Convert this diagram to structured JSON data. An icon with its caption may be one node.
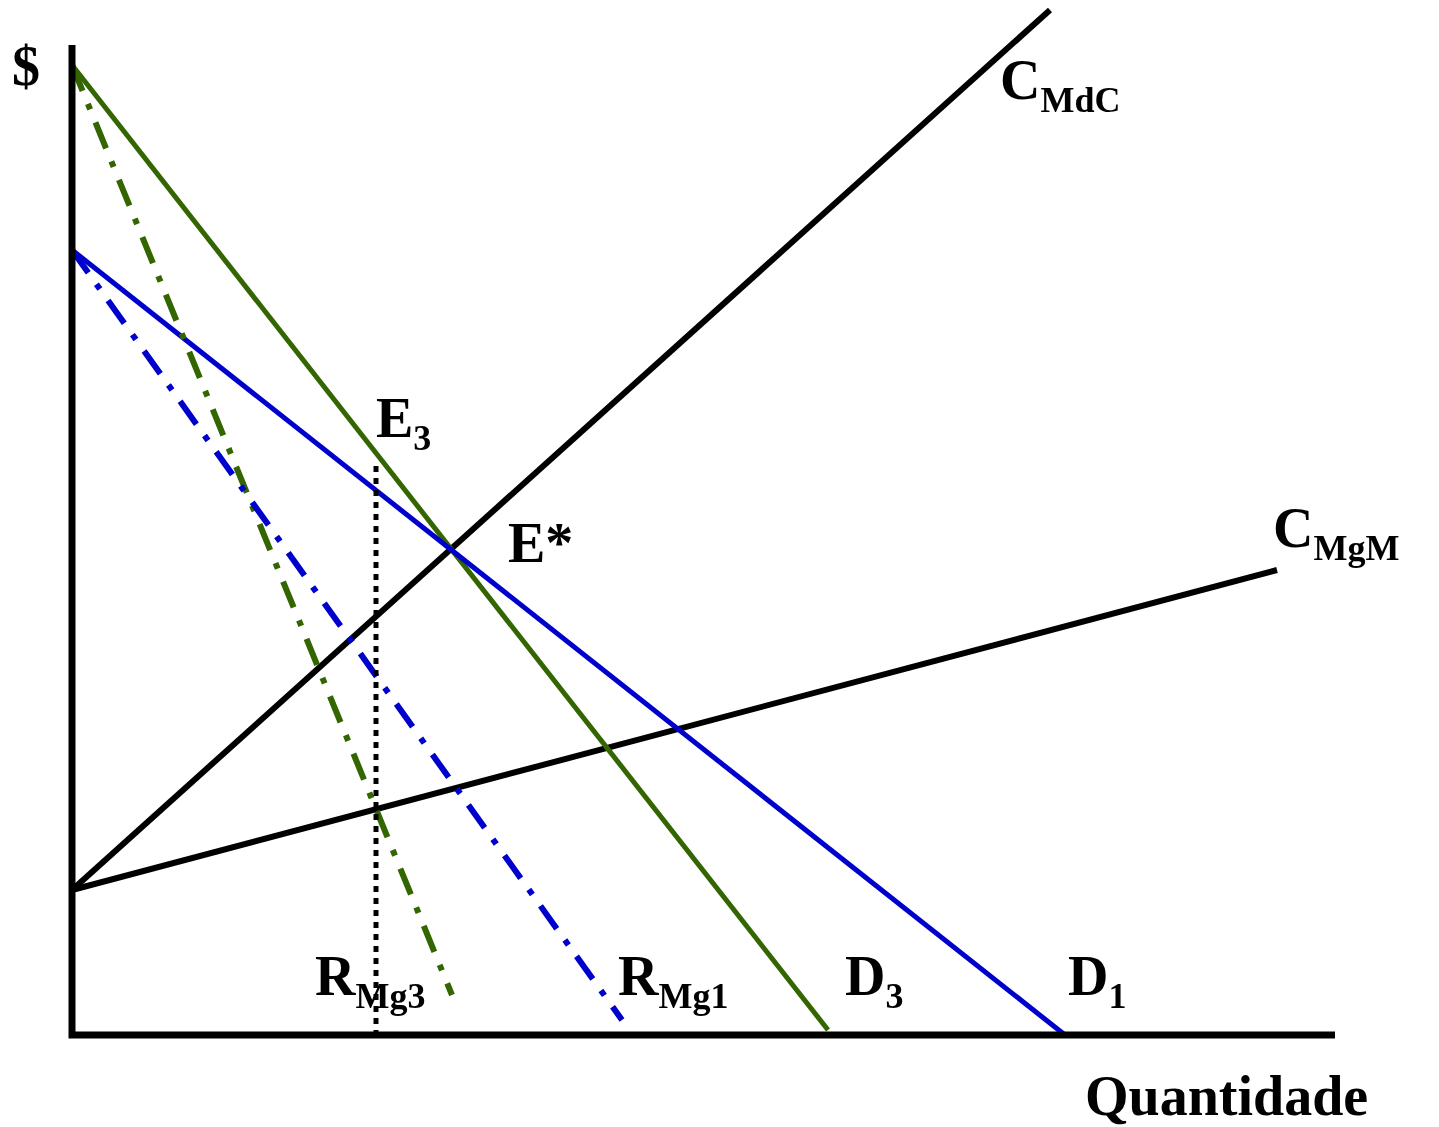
{
  "diagram": {
    "labels": [
      "$",
      "C$_{MdC}$",
      "E$_{3}$",
      "E*",
      "C$_{MgM}$",
      "R$_{Mg3}$",
      "R$_{Mg1}$",
      "D$_{3}$",
      "D$_{1}$",
      "Quantidade"
    ]
  }
}
